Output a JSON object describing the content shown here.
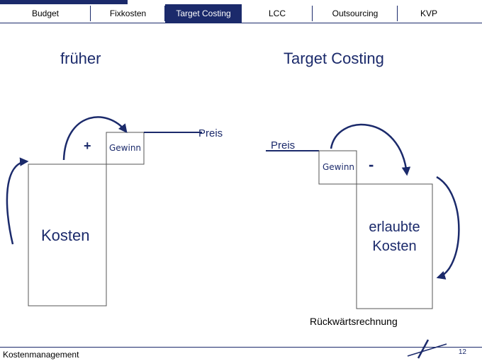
{
  "nav": {
    "tabs": [
      {
        "label": "Budget",
        "active": false
      },
      {
        "label": "Fixkosten",
        "active": false
      },
      {
        "label": "Target Costing",
        "active": true
      },
      {
        "label": "LCC",
        "active": false
      },
      {
        "label": "Outsourcing",
        "active": false
      },
      {
        "label": "KVP",
        "active": false
      }
    ]
  },
  "left": {
    "heading": "früher",
    "plus": "+",
    "gewinn": "Gewinn",
    "preis": "Preis",
    "kosten": "Kosten"
  },
  "right": {
    "heading": "Target Costing",
    "preis": "Preis",
    "gewinn": "Gewinn",
    "minus": "-",
    "erlaubte_line1": "erlaubte",
    "erlaubte_line2": "Kosten",
    "caption": "Rückwärtsrechnung"
  },
  "footer": {
    "title": "Kostenmanagement",
    "page": "12"
  },
  "colors": {
    "brand": "#1b2a6b",
    "box_border": "#555555"
  }
}
